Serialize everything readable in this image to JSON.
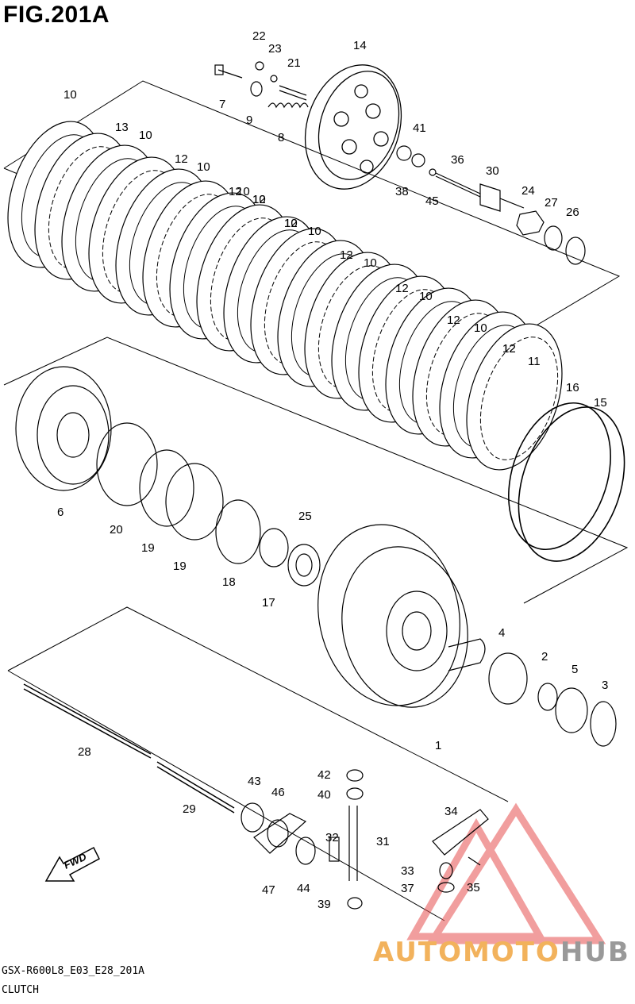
{
  "figure": {
    "title": "FIG.201A",
    "code": "GSX-R600L8_E03_E28_201A",
    "name": "CLUTCH",
    "fwd_label": "FWD"
  },
  "watermark": {
    "part_a": "AUTOMOTO",
    "part_b": "HUB",
    "color_a": "#f2b25c",
    "color_b": "#999999",
    "triangle_color": "#e65050"
  },
  "callouts": [
    "22",
    "23",
    "21",
    "14",
    "7",
    "9",
    "8",
    "10",
    "13",
    "10",
    "41",
    "36",
    "30",
    "12",
    "10",
    "38",
    "45",
    "24",
    "27",
    "26",
    "12",
    "10",
    "12",
    "10",
    "12",
    "10",
    "12",
    "10",
    "12",
    "10",
    "12",
    "10",
    "12",
    "10",
    "12",
    "11",
    "16",
    "15",
    "6",
    "20",
    "19",
    "19",
    "18",
    "25",
    "17",
    "4",
    "2",
    "5",
    "3",
    "1",
    "28",
    "43",
    "46",
    "29",
    "42",
    "40",
    "34",
    "32",
    "31",
    "33",
    "35",
    "37",
    "47",
    "44",
    "39"
  ]
}
